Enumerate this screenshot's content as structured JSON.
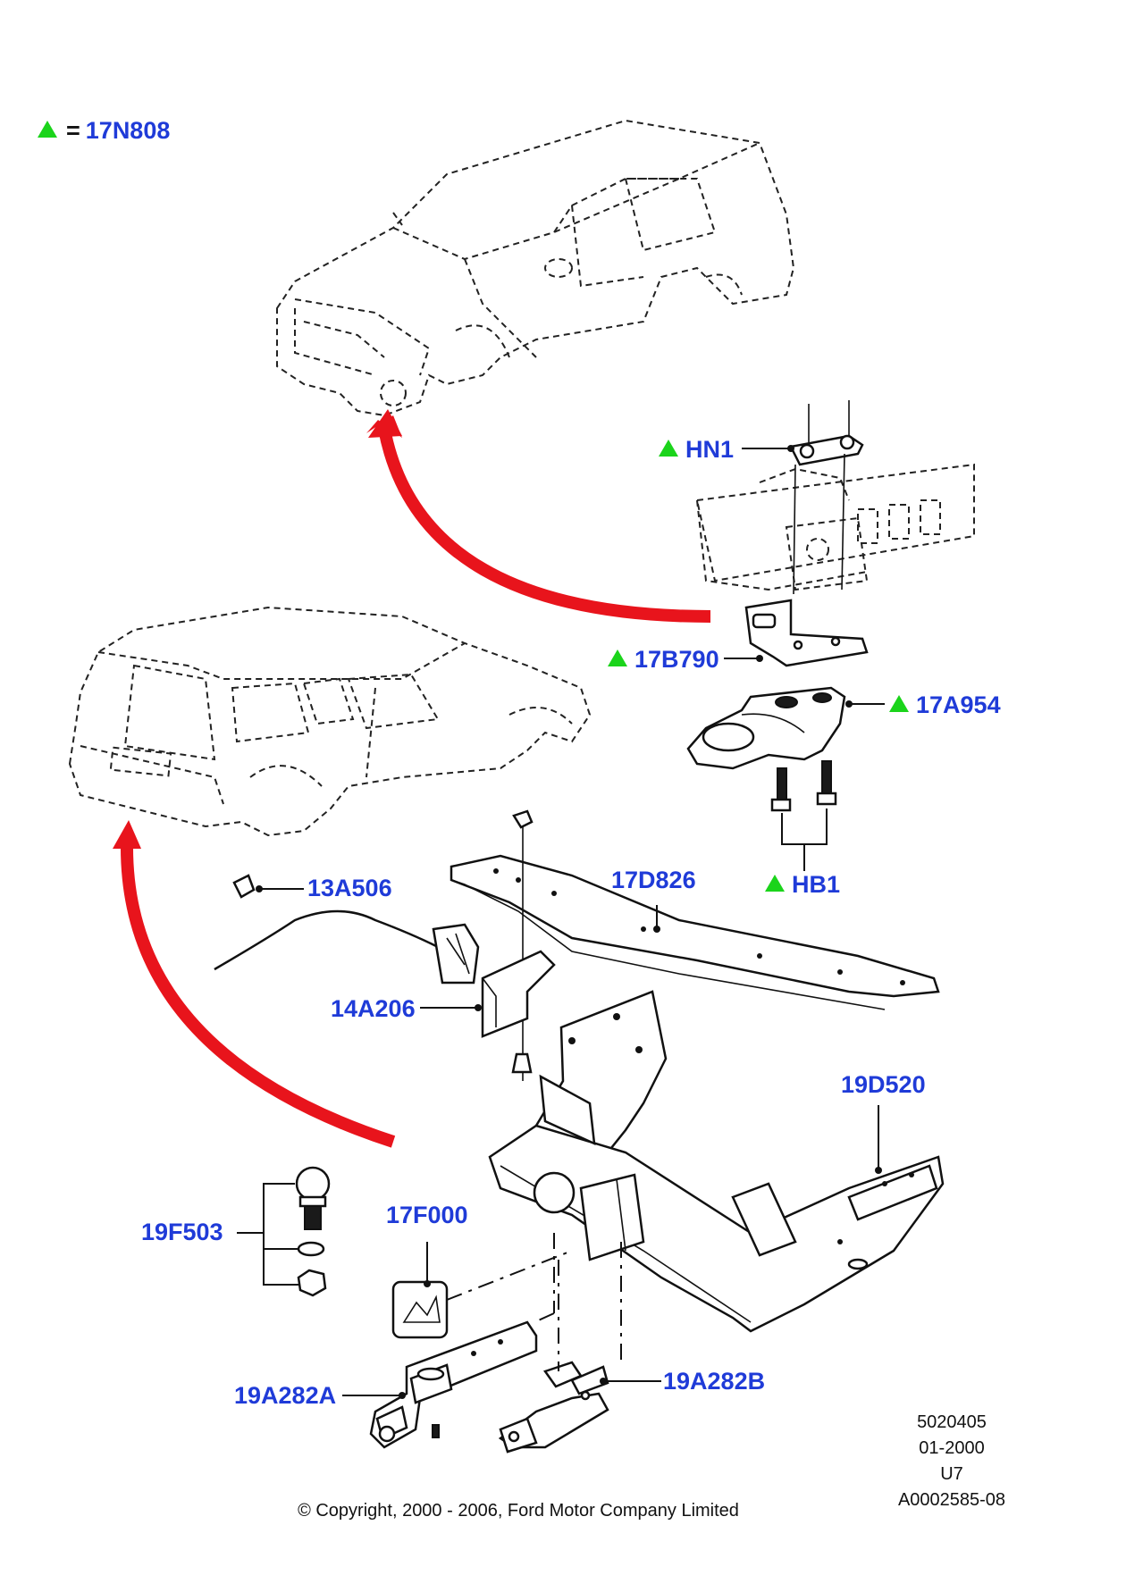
{
  "legend": {
    "symbol": "green-triangle-icon",
    "equals": "=",
    "code": "17N808"
  },
  "parts": {
    "hn1": "HN1",
    "p17b790": "17B790",
    "p17a954": "17A954",
    "hb1": "HB1",
    "p13a506": "13A506",
    "p17d826": "17D826",
    "p14a206": "14A206",
    "p19d520": "19D520",
    "p19f503": "19F503",
    "p17f000": "17F000",
    "p19a282a": "19A282A",
    "p19a282b": "19A282B"
  },
  "info_block": [
    "5020405",
    "01-2000",
    "U7",
    "A0002585-08"
  ],
  "copyright": "© Copyright, 2000 - 2006, Ford Motor Company Limited",
  "colors": {
    "callout": "#1f3bd8",
    "triangle": "#1bd41b",
    "arrow": "#e8141c"
  }
}
